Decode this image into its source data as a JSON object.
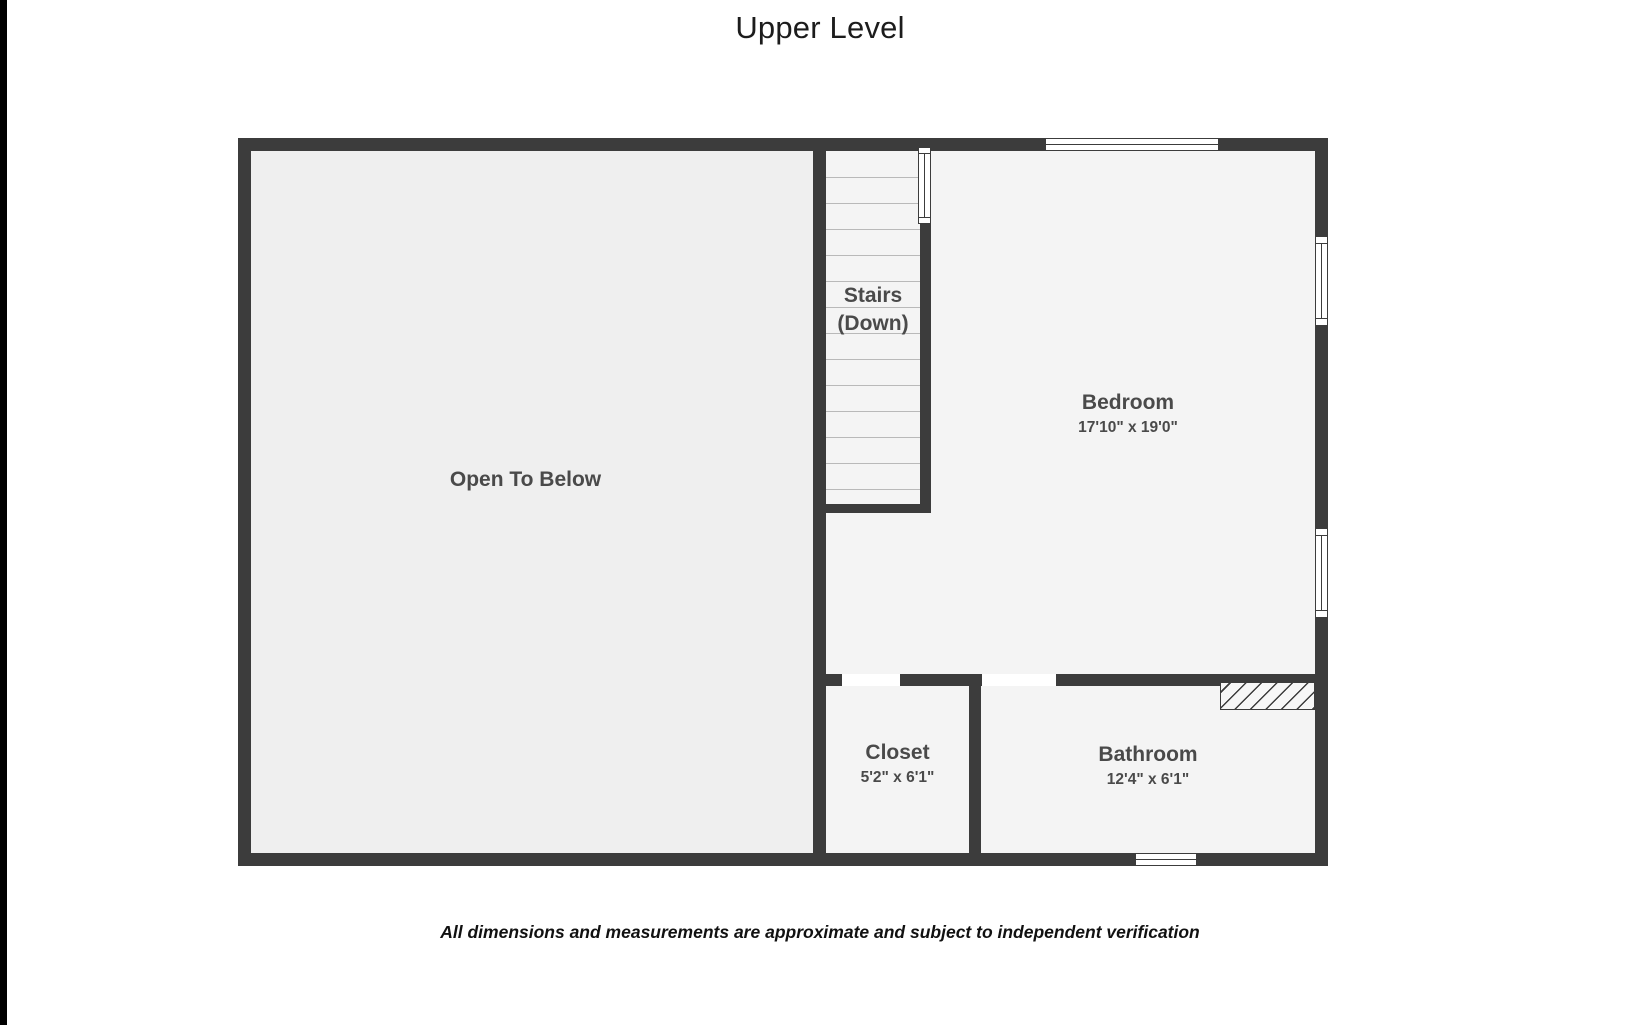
{
  "page": {
    "title": "Upper Level",
    "footer_note": "All dimensions and measurements are approximate and subject to independent verification",
    "background_color": "#ffffff",
    "wall_color": "#3c3c3c",
    "room_fill_color": "#f4f4f4",
    "open_area_fill_color": "#efefef",
    "label_color": "#4a4a4a"
  },
  "floorplan": {
    "level_name": "Upper Level",
    "rooms": [
      {
        "id": "open-to-below",
        "name": "Open To Below",
        "dimensions": ""
      },
      {
        "id": "stairs",
        "name": "Stairs",
        "name_line2": "(Down)",
        "dimensions": ""
      },
      {
        "id": "bedroom",
        "name": "Bedroom",
        "dimensions": "17'10\" x 19'0\""
      },
      {
        "id": "closet",
        "name": "Closet",
        "dimensions": "5'2\" x 6'1\""
      },
      {
        "id": "bathroom",
        "name": "Bathroom",
        "dimensions": "12'4\" x 6'1\""
      }
    ],
    "features": {
      "windows_count": 5,
      "stair_step_count": 14,
      "hatched_fixture": "shower"
    }
  }
}
